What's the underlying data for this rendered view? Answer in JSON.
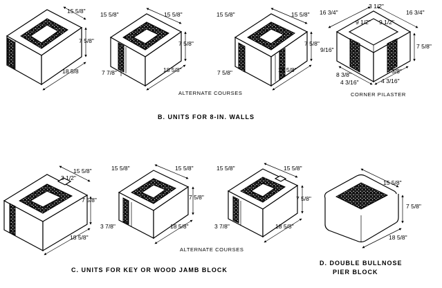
{
  "units": {
    "b1": {
      "dims": [
        "15 5/8\"",
        "7 5/8\"",
        "18 5/8"
      ]
    },
    "b2": {
      "dims": [
        "15 5/8\"",
        "7 5/8\"",
        "7 7/8\"",
        "18 5/8\""
      ]
    },
    "b3": {
      "dims": [
        "15 5/8\"",
        "7 5/8\"",
        "7 5/8\"",
        "18 5/8\""
      ]
    },
    "pilaster": {
      "dims": [
        "16 3/4\"",
        "3 1/2\"",
        "16 3/4\"",
        "9 1/2\"",
        "9 1/2\"",
        "9/16\"",
        "7 5/8\"",
        "8 3/8\"",
        "8 3/8\"",
        "4 3/16\"",
        "4 3/16\""
      ]
    },
    "c1": {
      "dims": [
        "15 5/8\"",
        "3 1/2\"",
        "7 5/8\"",
        "18 5/8\""
      ]
    },
    "c2": {
      "dims": [
        "15 5/8\"",
        "7 5/8\"",
        "3 7/8\"",
        "18 5/8\""
      ]
    },
    "c3": {
      "dims": [
        "15 5/8\"",
        "7 5/8\"",
        "3 7/8\"",
        "18 5/8\""
      ]
    },
    "d1": {
      "dims": [
        "15 5/8\"",
        "7 5/8\"",
        "18 5/8\""
      ]
    }
  },
  "captions": {
    "alt_courses_top": "ALTERNATE COURSES",
    "corner_pilaster": "CORNER PILASTER",
    "b_title": "B. UNITS FOR 8-IN. WALLS",
    "alt_courses_bottom": "ALTERNATE COURSES",
    "c_title": "C. UNITS FOR KEY OR WOOD JAMB BLOCK",
    "d_title_line1": "D. DOUBLE BULLNOSE",
    "d_title_line2": "PIER BLOCK"
  }
}
